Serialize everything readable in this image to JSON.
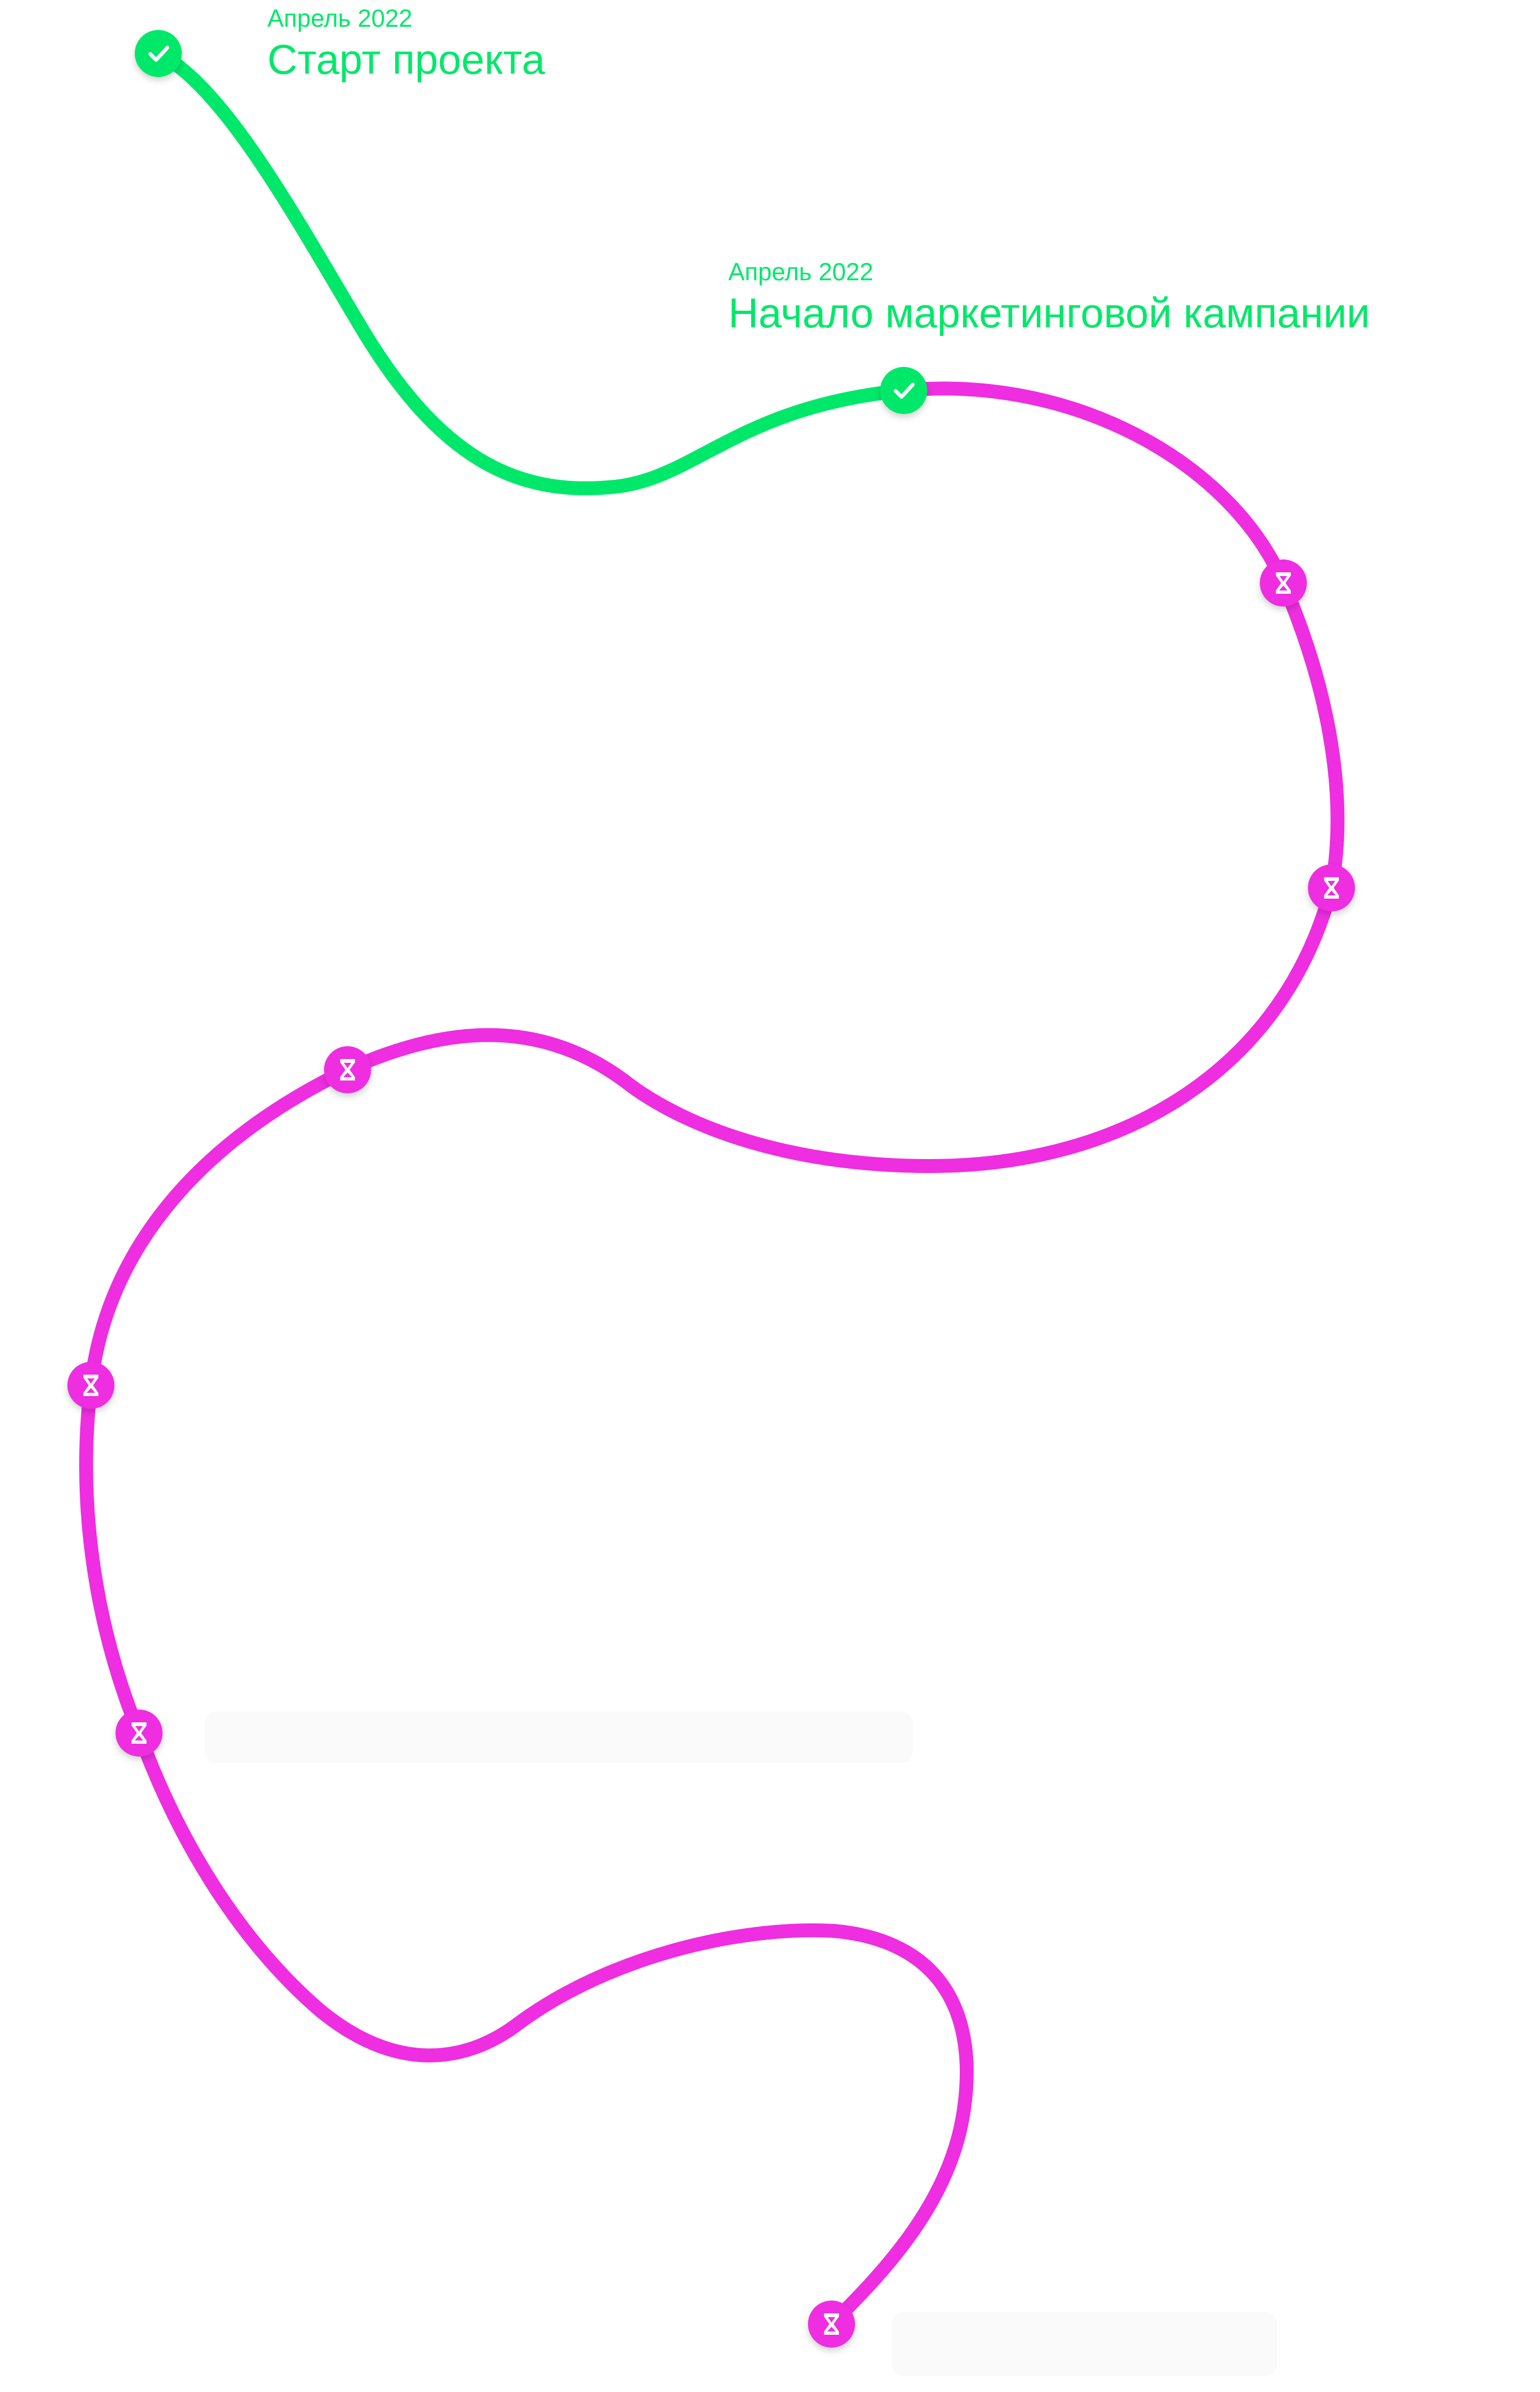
{
  "theme": {
    "done_color": "#00e86a",
    "pending_color": "#ee2ee0",
    "background": "#ffffff"
  },
  "milestones": [
    {
      "date": "Апрель 2022",
      "title": "Старт проекта",
      "status": "done",
      "icon": "check-icon"
    },
    {
      "date": "Апрель 2022",
      "title": "Начало маркетинговой кампании",
      "status": "done",
      "icon": "check-icon"
    },
    {
      "status": "pending",
      "icon": "hourglass-icon"
    },
    {
      "status": "pending",
      "icon": "hourglass-icon"
    },
    {
      "status": "pending",
      "icon": "hourglass-icon"
    },
    {
      "status": "pending",
      "icon": "hourglass-icon"
    },
    {
      "status": "pending",
      "icon": "hourglass-icon"
    },
    {
      "status": "pending",
      "icon": "hourglass-icon"
    }
  ]
}
